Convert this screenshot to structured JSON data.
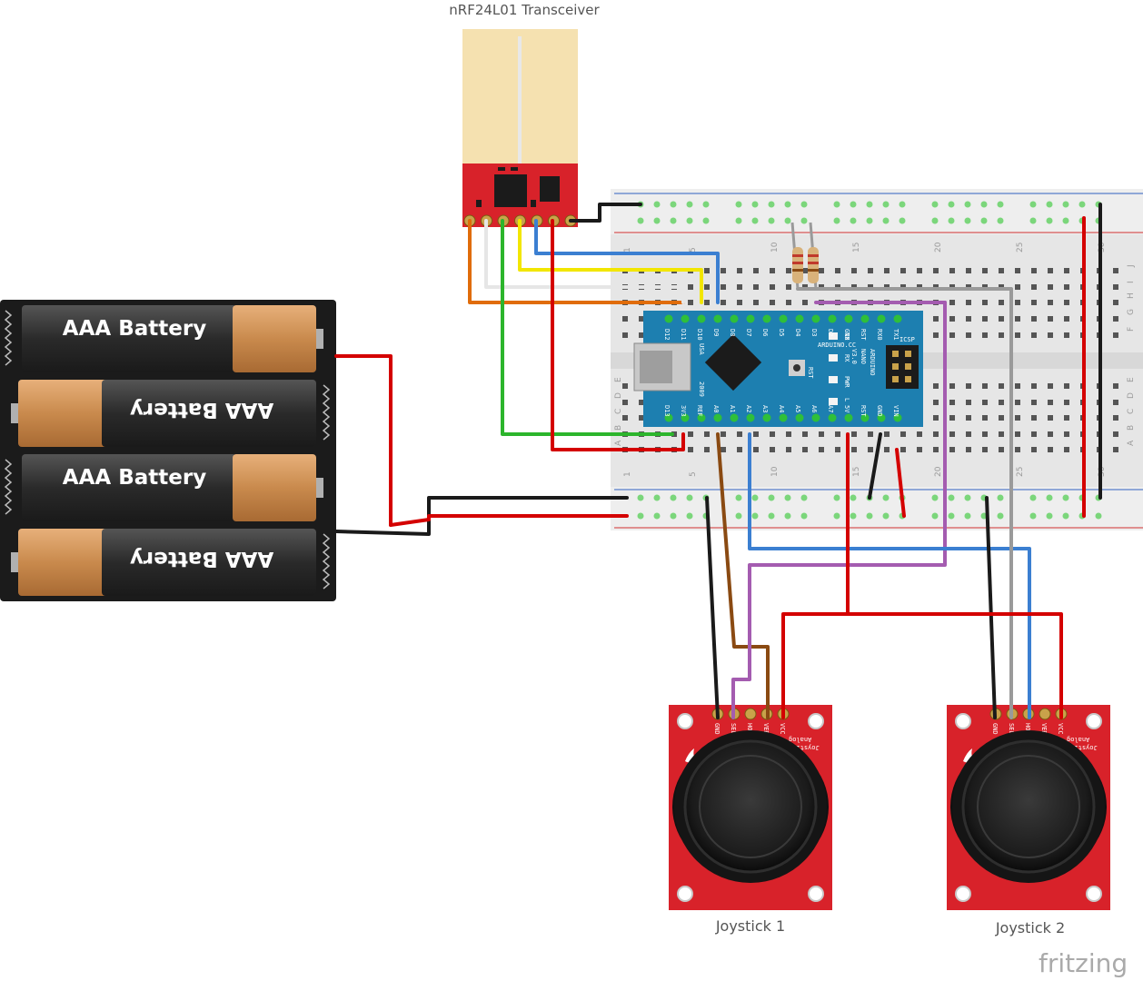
{
  "labels": {
    "transceiver": "nRF24L01 Transceiver",
    "joystick1": "Joystick 1",
    "joystick2": "Joystick 2",
    "logo": "fritzing"
  },
  "battery": {
    "label": "AAA Battery",
    "cells": 4
  },
  "arduino": {
    "board_lines": [
      "ARDUINO.CC",
      "ARDUINO",
      "NANO",
      "V3.0"
    ],
    "icsp": "ICSP",
    "usa": "USA",
    "year": "2009",
    "top_pins": [
      "D12",
      "D11",
      "D10",
      "D9",
      "D8",
      "D7",
      "D6",
      "D5",
      "D4",
      "D3",
      "D2",
      "GND",
      "RST",
      "RX0",
      "TX1"
    ],
    "bottom_pins": [
      "D13",
      "3V3",
      "REF",
      "A0",
      "A1",
      "A2",
      "A3",
      "A4",
      "A5",
      "A6",
      "A7",
      "5V",
      "RST",
      "GND",
      "VIN"
    ],
    "leds": [
      "TX",
      "RX",
      "PWR",
      "L"
    ],
    "rst_button": "RST"
  },
  "joystick": {
    "pins": [
      "GND",
      "SEL",
      "HOR",
      "VER",
      "VCC"
    ],
    "board_text": [
      "Analog",
      "Joystick"
    ]
  },
  "breadboard": {
    "column_numbers": [
      "1",
      "5",
      "10",
      "15",
      "20",
      "25",
      "30"
    ],
    "row_letters_top": [
      "J",
      "I",
      "H",
      "G",
      "F"
    ],
    "row_letters_bottom": [
      "E",
      "D",
      "C",
      "B",
      "A"
    ]
  },
  "colors": {
    "wire_red": "#d40000",
    "wire_black": "#1a1a1a",
    "wire_orange": "#e06c0a",
    "wire_white": "#e6e6e6",
    "wire_green": "#2cb52c",
    "wire_yellow": "#f2e600",
    "wire_blue": "#3b7fd1",
    "wire_brown": "#8a4a12",
    "wire_purple": "#a45cb0",
    "wire_gray": "#9a9a9a",
    "pcb_red": "#d8222a",
    "nano_blue": "#1d7fb0",
    "breadboard": "#e8e8e8"
  }
}
